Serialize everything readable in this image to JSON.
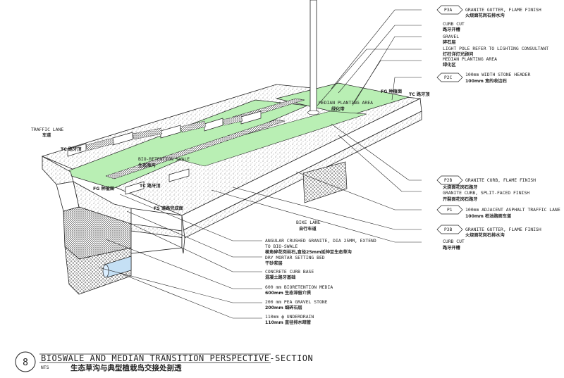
{
  "title": {
    "number": "8",
    "scale": "NTS",
    "en": "BIOSWALE AND MEDIAN TRANSITION PERSPECTIVE-SECTION",
    "cn": "生态草沟与典型植栽岛交接处剖透"
  },
  "right_callouts": [
    {
      "tag": "P3A",
      "en": "GRANITE GUTTER, FLAME FINISH",
      "cn": "火烧面花岗石排水沟"
    },
    {
      "tag": "",
      "en": "CURB CUT",
      "cn": "路牙开槽"
    },
    {
      "tag": "",
      "en": "GRAVEL",
      "cn": "碎石层"
    },
    {
      "tag": "",
      "en": "LIGHT POLE REFER TO LIGHTING CONSULTANT",
      "cn": "灯柱详灯光顾问"
    },
    {
      "tag": "",
      "en": "MEDIAN PLANTING AREA",
      "cn": "绿化区"
    },
    {
      "tag": "P2C",
      "en": "100mm WIDTH STONE HEADER",
      "cn": "100mm 宽的收边石"
    },
    {
      "tag": "P2B",
      "en": "GRANITE CURB, FLAME FINISH",
      "cn": "火烧面花岗石路牙"
    },
    {
      "tag": "",
      "en": "GRANITE CURB, SPLIT-FACED FINISH",
      "cn": "开裂面花岗石路牙"
    },
    {
      "tag": "P1",
      "en": "100mm ADJACENT ASPHALT TRAFFIC LANE",
      "cn": "100mm 柏油路面车道"
    },
    {
      "tag": "P3B",
      "en": "GRANITE GUTTER, FLAME FINISH",
      "cn": "火烧面花岗石排水沟"
    },
    {
      "tag": "",
      "en": "CURB CUT",
      "cn": "路牙开槽"
    }
  ],
  "bottom_callouts": [
    {
      "en": "ANGULAR CRUSHED GRANITE, DIA 25MM, EXTEND",
      "en2": "TO BIO-SWALE",
      "cn": "棱角碎花岗岩石,直径25mm延伸至生态草沟"
    },
    {
      "en": "DRY MORTAR SETTING BED",
      "en2": "",
      "cn": "干砂浆层"
    },
    {
      "en": "CONCRETE CURB BASE",
      "en2": "",
      "cn": "混凝土路牙基础"
    },
    {
      "en": "600 mm BIORETENTION MEDIA",
      "en2": "",
      "cn": "600mm 生态滞留介质"
    },
    {
      "en": "200 mm PEA GRAVEL STONE",
      "en2": "",
      "cn": "200mm 细碎石层"
    },
    {
      "en": "110mm ϕ UNDERDRAIN",
      "en2": "",
      "cn": "110mm 直径排水暗管"
    }
  ],
  "drawing_labels": {
    "traffic_lane_en": "TRAFFIC LANE",
    "traffic_lane_cn": "车道",
    "bio_swale_en": "BIO-RETENTION SWALE",
    "bio_swale_cn": "生态草沟",
    "median_en": "MEDIAN PLANTING AREA",
    "median_cn": "绿化带",
    "bike_lane_en": "BIKE LANE",
    "bike_lane_cn": "自行车道",
    "tc_1": "TC 路牙顶",
    "tc_2": "TC 路牙顶",
    "tc_3": "TC 路牙顶",
    "fg_1": "FG 种植面",
    "fg_2": "FG 种植面",
    "fs": "FS 道路完成面"
  },
  "colors": {
    "planting": "#b9efb4",
    "line": "#222222"
  }
}
